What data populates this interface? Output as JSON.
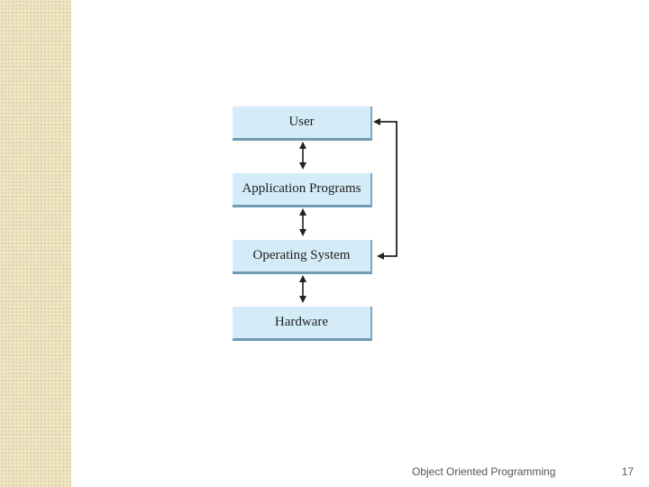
{
  "diagram": {
    "layers": [
      {
        "label": "User"
      },
      {
        "label": "Application Programs"
      },
      {
        "label": "Operating System"
      },
      {
        "label": "Hardware"
      }
    ],
    "colors": {
      "box_fill": "#d3ecf7",
      "box_shadow": "#6f9cb4",
      "arrow": "#222222",
      "side_band": "#efe4c4"
    }
  },
  "footer": {
    "title": "Object Oriented Programming",
    "slide_number": "17"
  }
}
